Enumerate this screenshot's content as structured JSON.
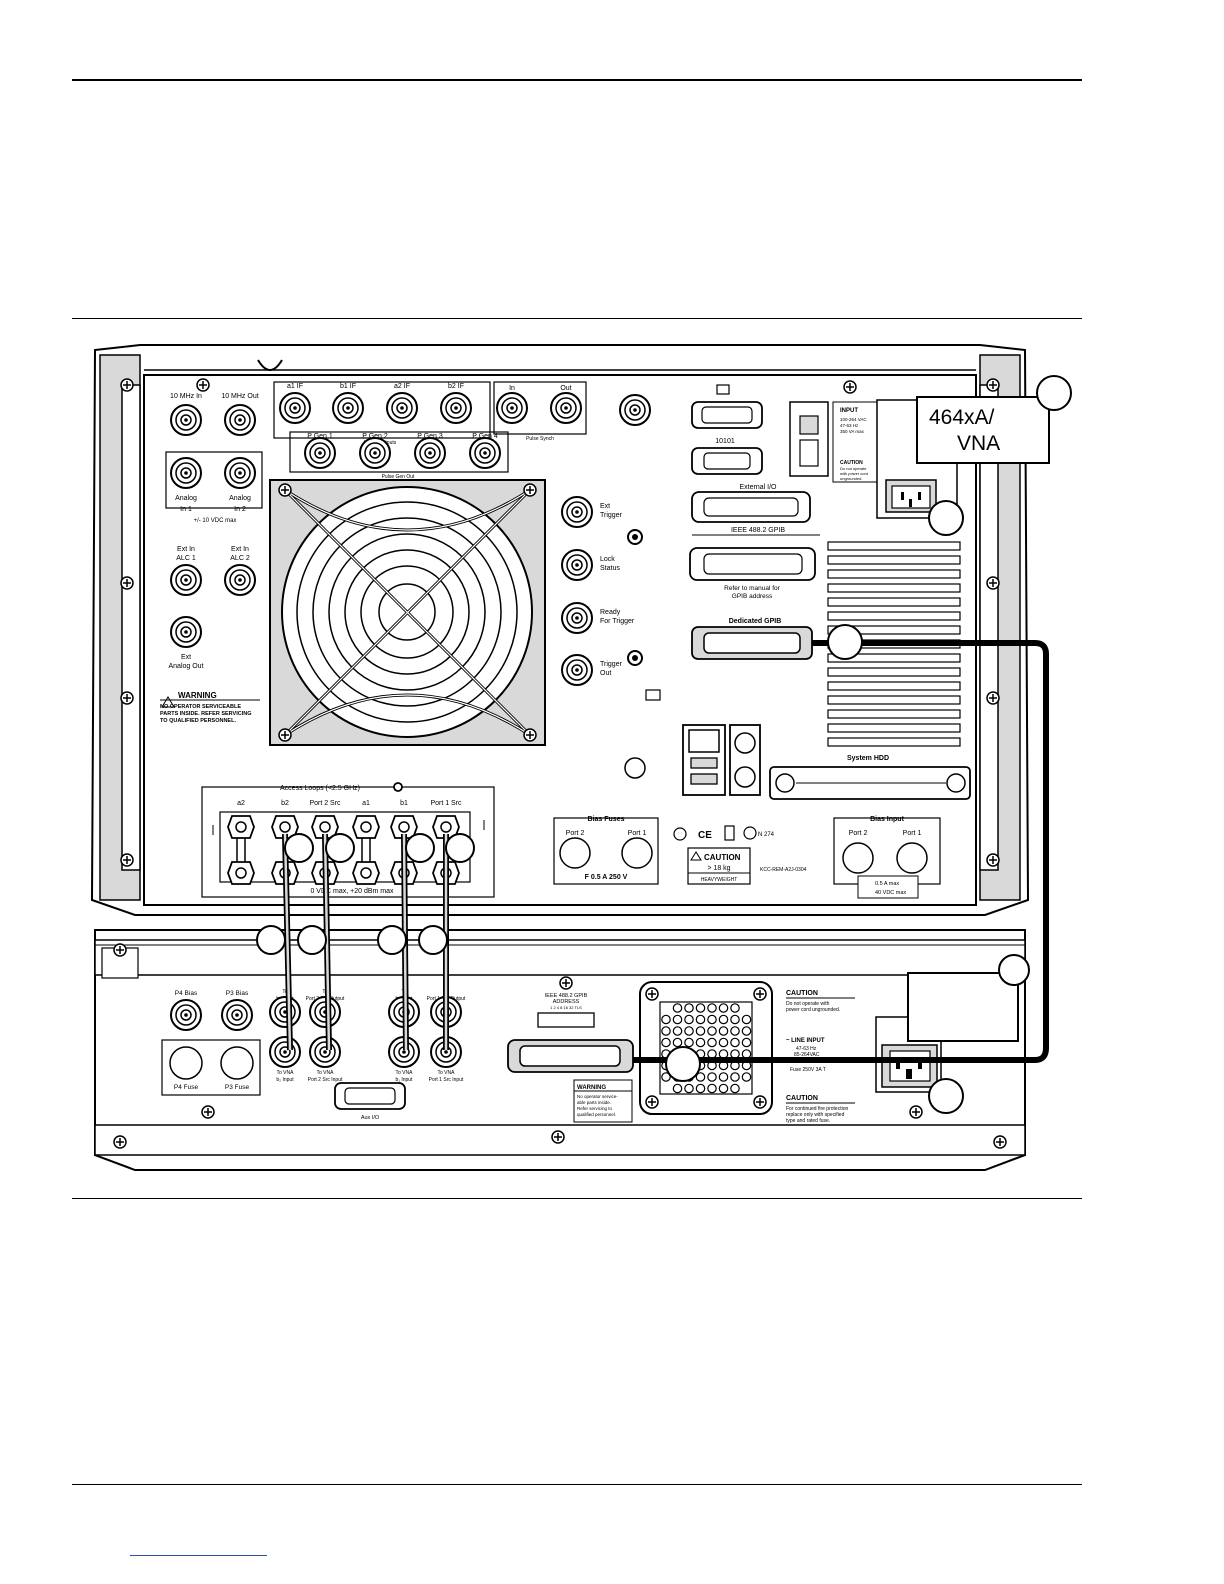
{
  "callouts": {
    "vna_label_line1": "464xA/",
    "vna_label_line2": "VNA"
  },
  "vna_panel": {
    "ref_in": "10 MHz In",
    "ref_out": "10 MHz Out",
    "if_a1": "a1 IF",
    "if_b1": "b1 IF",
    "if_a2": "a2 IF",
    "if_b2": "b2 IF",
    "if_group": "Inputs/Outputs",
    "pulse_in": "In",
    "pulse_out": "Out",
    "pulse_synch": "Pulse Synch",
    "pgen1": "P Gen 1",
    "pgen2": "P Gen 2",
    "pgen3": "P Gen 3",
    "pgen4": "P Gen 4",
    "pgen_out": "Pulse Gen Out",
    "analog_in1_a": "Analog",
    "analog_in1_b": "In 1",
    "analog_in2_a": "Analog",
    "analog_in2_b": "In 2",
    "analog_limit": "+/- 10 VDC max",
    "alc1_a": "Ext In",
    "alc1_b": "ALC 1",
    "alc2_a": "Ext In",
    "alc2_b": "ALC 2",
    "ext_analog_a": "Ext",
    "ext_analog_b": "Analog Out",
    "warning_title": "WARNING",
    "warning_l1": "NO OPERATOR SERVICEABLE",
    "warning_l2": "PARTS INSIDE. REFER SERVICING",
    "warning_l3": "TO QUALIFIED PERSONNEL.",
    "ext_trigger_a": "Ext",
    "ext_trigger_b": "Trigger",
    "lock_a": "Lock",
    "lock_b": "Status",
    "ready_a": "Ready",
    "ready_b": "For Trigger",
    "trigger_out_a": "Trigger",
    "trigger_out_b": "Out",
    "serial_label": "10101",
    "ext_io": "External I/O",
    "gpib": "IEEE 488.2 GPIB",
    "gpib_ref_a": "Refer to manual for",
    "gpib_ref_b": "GPIB address",
    "dedicated_gpib": "Dedicated GPIB",
    "input_title": "INPUT",
    "input_l1": "100-264 VAC",
    "input_l2": "47-63 Hz",
    "input_l3": "350 VA max",
    "caution_small": "CAUTION",
    "caution_small_l1": "Do not operate",
    "caution_small_l2": "with power cord",
    "caution_small_l3": "ungrounded.",
    "system_hdd": "System HDD",
    "access_loops": "Access Loops (<2.5 GHz)",
    "loop_a2": "a2",
    "loop_b2": "b2",
    "loop_p2src": "Port 2 Src",
    "loop_a1": "a1",
    "loop_b1": "b1",
    "loop_p1src": "Port 1 Src",
    "loop_limit": "0 VDC max, +20 dBm max",
    "bias_fuses": "Bias Fuses",
    "bf_port2": "Port 2",
    "bf_port1": "Port 1",
    "bf_rating": "F 0.5 A 250 V",
    "n274": "N 274",
    "caution_big": "CAUTION",
    "weight": "> 18 kg",
    "heavy": "HEAVYWEIGHT",
    "kcc": "KCC-REM-A2J-0304",
    "bias_input": "Bias Input",
    "bi_port2": "Port 2",
    "bi_port1": "Port 1",
    "bi_amp": "0.5 A max",
    "bi_volt": "40 VDC max"
  },
  "test_set": {
    "p4_bias": "P4 Bias",
    "p3_bias": "P3 Bias",
    "p4_fuse": "P4 Fuse",
    "p3_fuse": "P3 Fuse",
    "to_b2a": "To",
    "to_b2b": "b₂ Input",
    "to_p2a": "To",
    "to_p2b": "Port 2 Src Output",
    "to_b1a": "To",
    "to_b1b": "b₁ Input",
    "to_p1a": "To",
    "to_p1b": "Port 1 Src Output",
    "vna_b2a": "To VNA",
    "vna_b2b": "b₂ Input",
    "vna_p2a": "To VNA",
    "vna_p2b": "Port 2 Src Input",
    "vna_b1a": "To VNA",
    "vna_b1b": "b₁ Input",
    "vna_p1a": "To VNA",
    "vna_p1b": "Port 1 Src Input",
    "aux_io": "Aux I/O",
    "gpib_a": "IEEE 488.2 GPIB",
    "gpib_b": "ADDRESS",
    "gpib_c": "1 2 4 8 16 32 TLS",
    "warning_title": "WARNING",
    "warning_l1": "No operator service-",
    "warning_l2": "able parts inside.",
    "warning_l3": "Refer servicing to",
    "warning_l4": "qualified personnel.",
    "caution1_title": "CAUTION",
    "caution1_l1": "Do not operate with",
    "caution1_l2": "power cord ungrounded.",
    "line_input": "~ LINE INPUT",
    "line_l1": "47-63 Hz",
    "line_l2": "85-264VAC",
    "fuse": "Fuse 250V 3A T",
    "caution2_title": "CAUTION",
    "caution2_l1": "For continued fire protection",
    "caution2_l2": "replace only with specified",
    "caution2_l3": "type and rated fuse."
  },
  "colors": {
    "ink": "#000000",
    "paper": "#ffffff",
    "shade": "#d9d9d9",
    "link": "#2a4fb0"
  }
}
